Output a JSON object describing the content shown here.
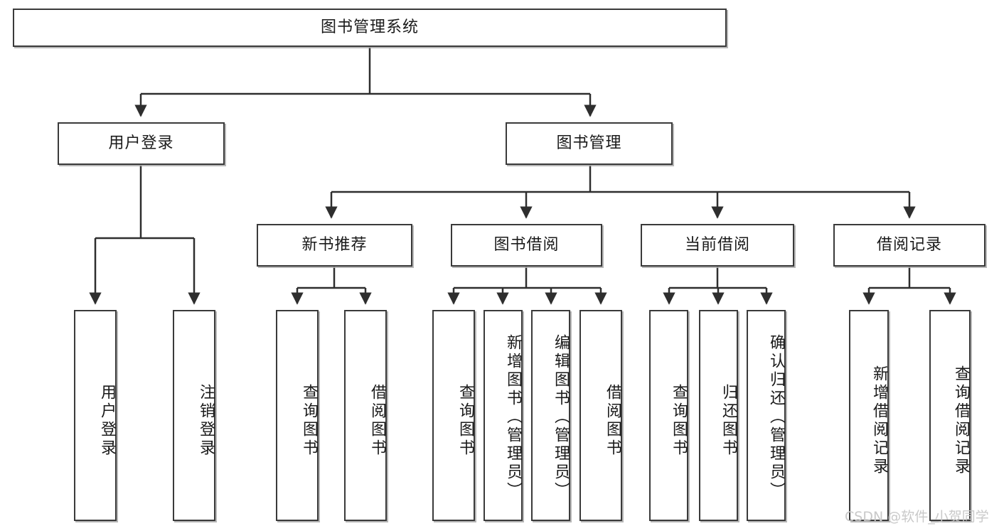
{
  "diagram": {
    "title": "图书管理系统",
    "root": {
      "label": "图书管理系统"
    },
    "level2": [
      {
        "label": "用户登录"
      },
      {
        "label": "图书管理"
      }
    ],
    "level3": [
      {
        "label": "新书推荐"
      },
      {
        "label": "图书借阅"
      },
      {
        "label": "当前借阅"
      },
      {
        "label": "借阅记录"
      }
    ],
    "leaves": {
      "user_login": [
        {
          "label": "用户登录"
        },
        {
          "label": "注销登录"
        }
      ],
      "new_book": [
        {
          "label": "查询图书"
        },
        {
          "label": "借阅图书"
        }
      ],
      "book_borrow": [
        {
          "label": "查询图书"
        },
        {
          "label": "新增图书（管理员）"
        },
        {
          "label": "编辑图书（管理员）"
        },
        {
          "label": "借阅图书"
        }
      ],
      "current_borrow": [
        {
          "label": "查询图书"
        },
        {
          "label": "归还图书"
        },
        {
          "label": "确认归还（管理员）"
        }
      ],
      "borrow_record": [
        {
          "label": "新增借阅记录"
        },
        {
          "label": "查询借阅记录"
        }
      ]
    }
  },
  "watermark": {
    "text": "CSDN @软件_小贺同学"
  },
  "colors": {
    "border": "#3a3a3a",
    "shadow": "#aaaaaa",
    "background": "#ffffff",
    "text": "#1a1a1a",
    "watermark": "#c9c9c9"
  }
}
